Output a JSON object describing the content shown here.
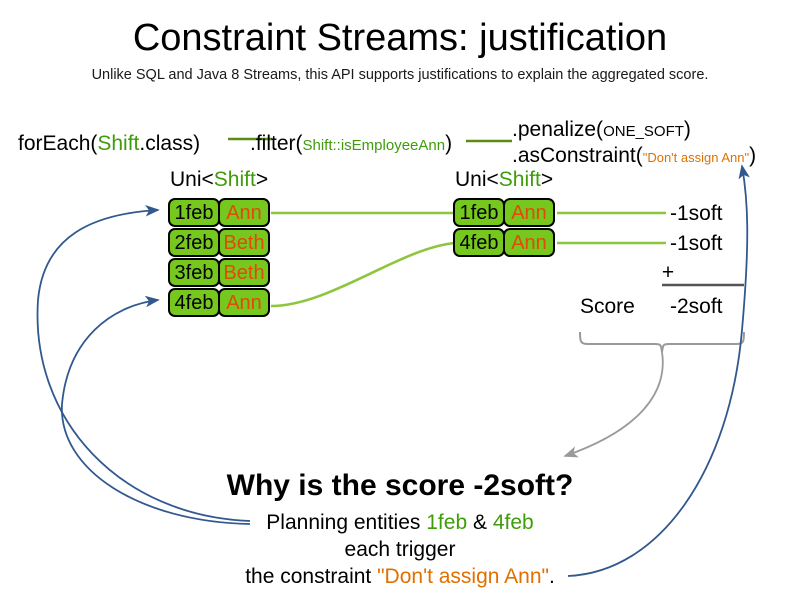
{
  "header": {
    "title": "Constraint Streams: justification",
    "subtitle": "Unlike SQL and Java 8 Streams, this API supports justifications to explain the aggregated score."
  },
  "pipeline": {
    "foreach": {
      "name": "forEach(",
      "type": "Shift",
      "tail": ".class)"
    },
    "filter": {
      "name": ".filter(",
      "arg": "Shift::isEmployeeAnn",
      "tail": ")"
    },
    "penalize": {
      "name": ".penalize(",
      "arg": "ONE_SOFT",
      "tail": ")"
    },
    "asconstraint": {
      "name": ".asConstraint(",
      "arg": "\"Don't assign Ann\"",
      "tail": ")"
    }
  },
  "streams": {
    "left": {
      "type_label_prefix": "Uni<",
      "type_label_generic": "Shift",
      "type_label_suffix": ">",
      "rows": [
        {
          "date": "1feb",
          "employee": "Ann"
        },
        {
          "date": "2feb",
          "employee": "Beth"
        },
        {
          "date": "3feb",
          "employee": "Beth"
        },
        {
          "date": "4feb",
          "employee": "Ann"
        }
      ]
    },
    "right": {
      "type_label_prefix": "Uni<",
      "type_label_generic": "Shift",
      "type_label_suffix": ">",
      "rows": [
        {
          "date": "1feb",
          "employee": "Ann"
        },
        {
          "date": "4feb",
          "employee": "Ann"
        }
      ]
    }
  },
  "score": {
    "impacts": [
      "-1soft",
      "-1soft"
    ],
    "operator": "+",
    "label": "Score",
    "total": "-2soft"
  },
  "explanation": {
    "heading": "Why is the score -2soft?",
    "line1_prefix": "Planning entities ",
    "line1_entity_a": "1feb",
    "line1_amp": " & ",
    "line1_entity_b": "4feb",
    "line2": "each trigger",
    "line3_prefix": "the constraint ",
    "line3_constraint": "\"Don't assign Ann\"",
    "line3_suffix": "."
  },
  "colors": {
    "entity_green": "#76c81e",
    "code_green": "#3f9c0a",
    "constraint_orange": "#e07000",
    "employee_orange": "#e04a0a",
    "link_green": "#8cc63e",
    "arrow_blue": "#31598f",
    "brace_gray": "#949494"
  }
}
